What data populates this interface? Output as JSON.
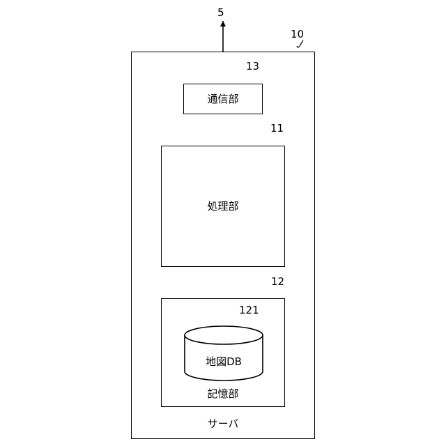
{
  "refs": {
    "external": "5",
    "server": "10",
    "processing": "11",
    "storage": "12",
    "communication": "13",
    "map_db": "121"
  },
  "labels": {
    "server": "サーバ",
    "communication": "通信部",
    "processing": "処理部",
    "storage": "記憶部",
    "map_db": "地図DB"
  }
}
